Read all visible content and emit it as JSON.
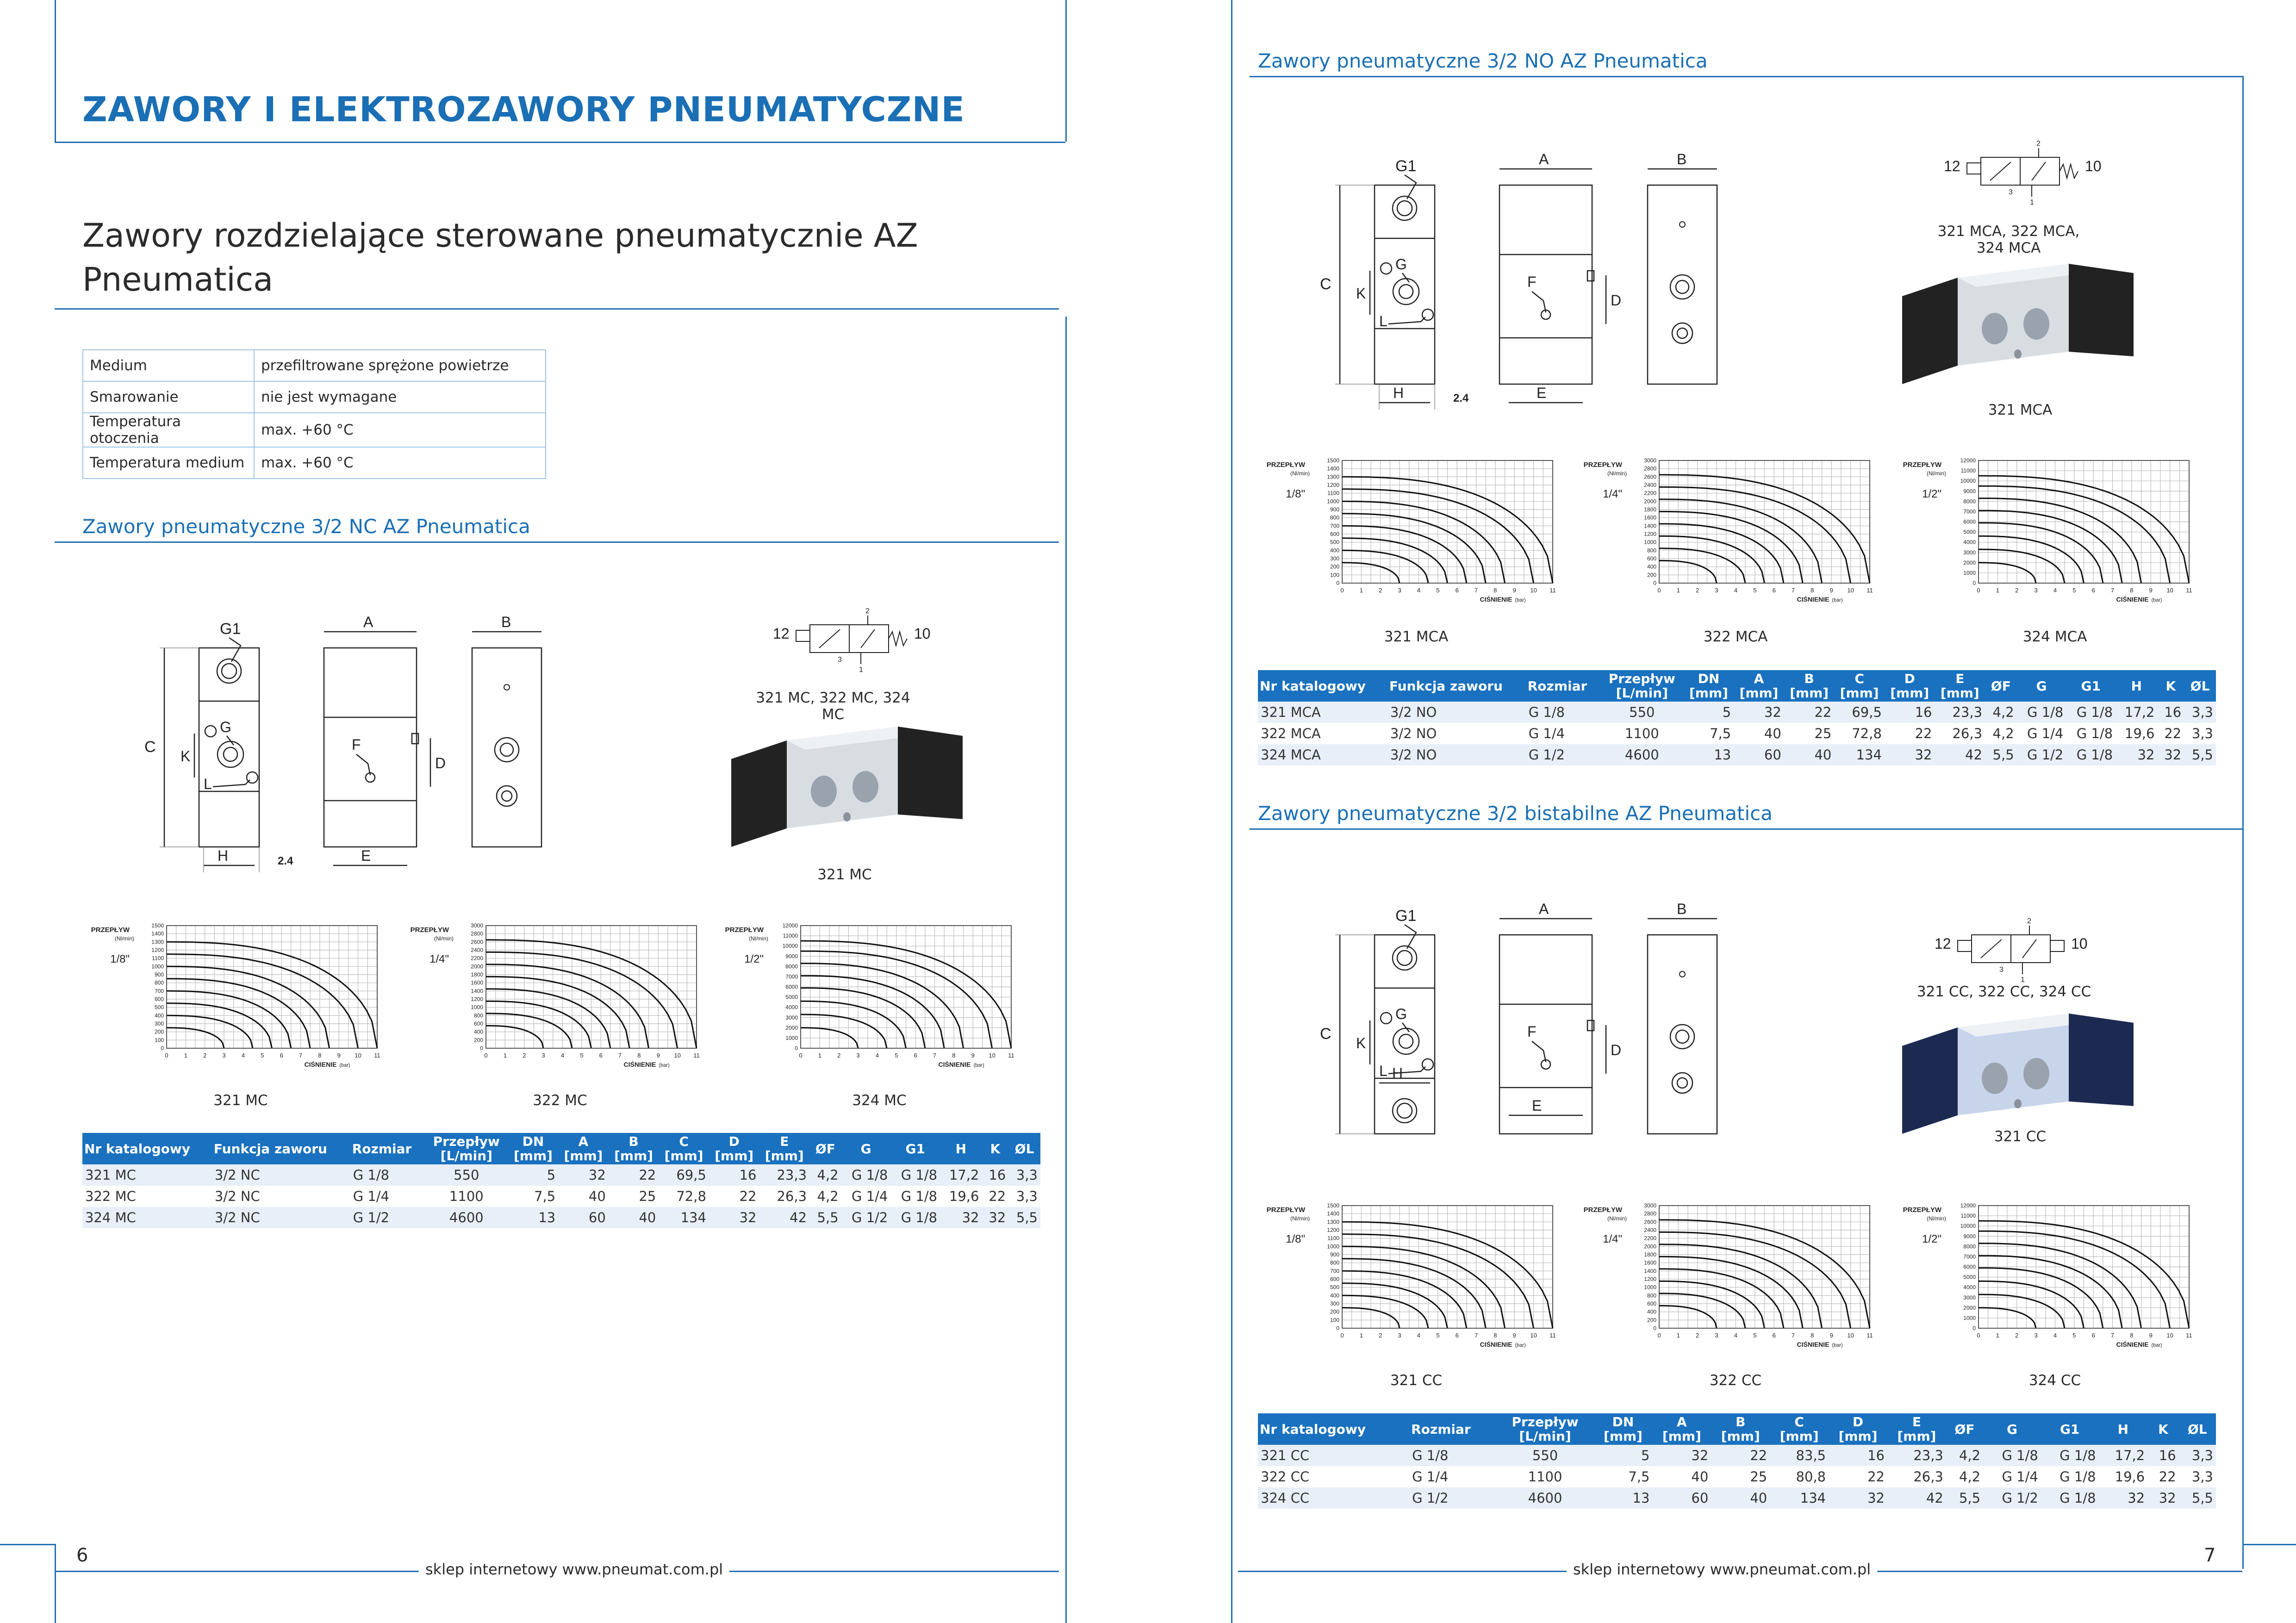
{
  "left_page": {
    "main_title": "ZAWORY I ELEKTROZAWORY PNEUMATYCZNE",
    "subtitle_line1": "Zawory rozdzielające sterowane pneumatycznie AZ",
    "subtitle_line2": "Pneumatica",
    "properties": [
      {
        "name": "Medium",
        "value": "przefiltrowane sprężone powietrze"
      },
      {
        "name": "Smarowanie",
        "value": "nie jest wymagane"
      },
      {
        "name": "Temperatura otoczenia",
        "value": "max. +60 °C"
      },
      {
        "name": "Temperatura medium",
        "value": "max. +60 °C"
      }
    ],
    "section_title": "Zawory pneumatyczne 3/2 NC AZ Pneumatica",
    "symbol_caption": "321 MC, 322 MC, 324 MC",
    "photo_caption": "321 MC",
    "chart_captions": [
      "321 MC",
      "322 MC",
      "324 MC"
    ],
    "page_number": "6",
    "footer": "sklep internetowy www.pneumat.com.pl"
  },
  "right_page": {
    "section1_title": "Zawory pneumatyczne 3/2 NO AZ Pneumatica",
    "section1_symbol_caption_line1": "321 MCA, 322 MCA,",
    "section1_symbol_caption_line2": "324 MCA",
    "section1_photo_caption": "321 MCA",
    "section1_chart_captions": [
      "321 MCA",
      "322 MCA",
      "324 MCA"
    ],
    "section2_title": "Zawory pneumatyczne 3/2 bistabilne AZ Pneumatica",
    "section2_symbol_caption": "321 CC, 322 CC, 324 CC",
    "section2_photo_caption": "321 CC",
    "section2_chart_captions": [
      "321 CC",
      "322 CC",
      "324 CC"
    ],
    "page_number": "7",
    "footer": "sklep internetowy www.pneumat.com.pl"
  },
  "drawing_labels": {
    "g1": "G1",
    "a": "A",
    "b": "B",
    "c": "C",
    "g": "G",
    "k": "K",
    "l": "L",
    "f": "F",
    "d": "D",
    "h": "H",
    "e": "E",
    "dim": "2.4",
    "port12": "12",
    "port10": "10",
    "port1": "1",
    "port2": "2",
    "port3": "3"
  },
  "chart_labels": {
    "ylabel": "PRZEPŁYW",
    "yunit": "(Nl/min)",
    "xlabel": "CIŚNIENIE",
    "xunit": "(bar)"
  },
  "chart_data": [
    {
      "type": "line",
      "size_label": "1/8\"",
      "ylim": [
        0,
        1500
      ],
      "xlim": [
        0,
        11
      ],
      "yticks": [
        0,
        100,
        200,
        300,
        400,
        500,
        600,
        700,
        800,
        900,
        1000,
        1100,
        1200,
        1300,
        1400,
        1500
      ],
      "xticks": [
        0,
        1,
        2,
        3,
        4,
        5,
        6,
        7,
        8,
        9,
        10,
        11
      ],
      "series": [
        {
          "max": 1300,
          "end": 11
        },
        {
          "max": 1150,
          "end": 10
        },
        {
          "max": 1000,
          "end": 8.5
        },
        {
          "max": 850,
          "end": 7.5
        },
        {
          "max": 700,
          "end": 6.5
        },
        {
          "max": 550,
          "end": 5.5
        },
        {
          "max": 400,
          "end": 4.5
        },
        {
          "max": 250,
          "end": 3
        }
      ]
    },
    {
      "type": "line",
      "size_label": "1/4\"",
      "ylim": [
        0,
        3000
      ],
      "xlim": [
        0,
        11
      ],
      "yticks": [
        0,
        200,
        400,
        600,
        800,
        1000,
        1200,
        1400,
        1600,
        1800,
        2000,
        2200,
        2400,
        2600,
        2800,
        3000
      ],
      "xticks": [
        0,
        1,
        2,
        3,
        4,
        5,
        6,
        7,
        8,
        9,
        10,
        11
      ],
      "series": [
        {
          "max": 2650,
          "end": 11
        },
        {
          "max": 2350,
          "end": 10
        },
        {
          "max": 2050,
          "end": 8.5
        },
        {
          "max": 1750,
          "end": 7.5
        },
        {
          "max": 1450,
          "end": 6.5
        },
        {
          "max": 1150,
          "end": 5.5
        },
        {
          "max": 850,
          "end": 4.5
        },
        {
          "max": 550,
          "end": 3
        }
      ]
    },
    {
      "type": "line",
      "size_label": "1/2\"",
      "ylim": [
        0,
        12000
      ],
      "xlim": [
        0,
        11
      ],
      "yticks": [
        0,
        1000,
        2000,
        3000,
        4000,
        5000,
        6000,
        7000,
        8000,
        9000,
        10000,
        11000,
        12000
      ],
      "ytick_labels": [
        "0",
        "1000",
        "2000",
        "3000",
        "4000",
        "5000",
        "6000",
        "7000",
        "8000",
        "9000",
        "10000",
        "11000",
        "12000"
      ],
      "xticks": [
        0,
        1,
        2,
        3,
        4,
        5,
        6,
        7,
        8,
        9,
        10,
        11
      ],
      "series": [
        {
          "max": 10500,
          "end": 11
        },
        {
          "max": 9500,
          "end": 10
        },
        {
          "max": 8300,
          "end": 8.5
        },
        {
          "max": 7100,
          "end": 7.5
        },
        {
          "max": 5900,
          "end": 6.5
        },
        {
          "max": 4600,
          "end": 5.5
        },
        {
          "max": 3300,
          "end": 4.5
        },
        {
          "max": 2000,
          "end": 3
        }
      ]
    }
  ],
  "tables": {
    "nc": {
      "headers": [
        "Nr katalogowy",
        "Funkcja zaworu",
        "Rozmiar",
        "Przepływ [L/min]",
        "DN [mm]",
        "A [mm]",
        "B [mm]",
        "C [mm]",
        "D [mm]",
        "E [mm]",
        "ØF",
        "G",
        "G1",
        "H",
        "K",
        "ØL"
      ],
      "rows": [
        [
          "321 MC",
          "3/2 NC",
          "G 1/8",
          "550",
          "5",
          "32",
          "22",
          "69,5",
          "16",
          "23,3",
          "4,2",
          "G 1/8",
          "G 1/8",
          "17,2",
          "16",
          "3,3"
        ],
        [
          "322 MC",
          "3/2 NC",
          "G 1/4",
          "1100",
          "7,5",
          "40",
          "25",
          "72,8",
          "22",
          "26,3",
          "4,2",
          "G 1/4",
          "G 1/8",
          "19,6",
          "22",
          "3,3"
        ],
        [
          "324 MC",
          "3/2 NC",
          "G 1/2",
          "4600",
          "13",
          "60",
          "40",
          "134",
          "32",
          "42",
          "5,5",
          "G 1/2",
          "G 1/8",
          "32",
          "32",
          "5,5"
        ]
      ]
    },
    "no": {
      "headers": [
        "Nr katalogowy",
        "Funkcja zaworu",
        "Rozmiar",
        "Przepływ [L/min]",
        "DN [mm]",
        "A [mm]",
        "B [mm]",
        "C [mm]",
        "D [mm]",
        "E [mm]",
        "ØF",
        "G",
        "G1",
        "H",
        "K",
        "ØL"
      ],
      "rows": [
        [
          "321 MCA",
          "3/2 NO",
          "G 1/8",
          "550",
          "5",
          "32",
          "22",
          "69,5",
          "16",
          "23,3",
          "4,2",
          "G 1/8",
          "G 1/8",
          "17,2",
          "16",
          "3,3"
        ],
        [
          "322 MCA",
          "3/2 NO",
          "G 1/4",
          "1100",
          "7,5",
          "40",
          "25",
          "72,8",
          "22",
          "26,3",
          "4,2",
          "G 1/4",
          "G 1/8",
          "19,6",
          "22",
          "3,3"
        ],
        [
          "324 MCA",
          "3/2 NO",
          "G 1/2",
          "4600",
          "13",
          "60",
          "40",
          "134",
          "32",
          "42",
          "5,5",
          "G 1/2",
          "G 1/8",
          "32",
          "32",
          "5,5"
        ]
      ]
    },
    "cc": {
      "headers": [
        "Nr katalogowy",
        "Rozmiar",
        "Przepływ [L/min]",
        "DN [mm]",
        "A [mm]",
        "B [mm]",
        "C [mm]",
        "D [mm]",
        "E [mm]",
        "ØF",
        "G",
        "G1",
        "H",
        "K",
        "ØL"
      ],
      "rows": [
        [
          "321 CC",
          "G 1/8",
          "550",
          "5",
          "32",
          "22",
          "83,5",
          "16",
          "23,3",
          "4,2",
          "G 1/8",
          "G 1/8",
          "17,2",
          "16",
          "3,3"
        ],
        [
          "322 CC",
          "G 1/4",
          "1100",
          "7,5",
          "40",
          "25",
          "80,8",
          "22",
          "26,3",
          "4,2",
          "G 1/4",
          "G 1/8",
          "19,6",
          "22",
          "3,3"
        ],
        [
          "324 CC",
          "G 1/2",
          "4600",
          "13",
          "60",
          "40",
          "134",
          "32",
          "42",
          "5,5",
          "G 1/2",
          "G 1/8",
          "32",
          "32",
          "5,5"
        ]
      ]
    }
  },
  "colors": {
    "accent": "#1a6fb5",
    "header_bg": "#1971bf",
    "row_alt": "#e8eff8"
  }
}
